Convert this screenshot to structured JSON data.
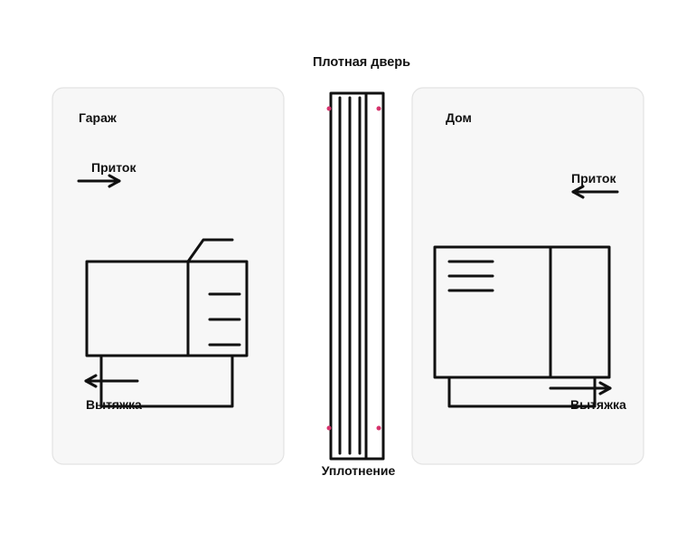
{
  "title": "Плотная дверь",
  "seal_label": "Уплотнение",
  "garage": {
    "name": "Гараж",
    "supply_label": "Приток",
    "exhaust_label": "Вытяжка"
  },
  "house": {
    "name": "Дом",
    "supply_label": "Приток",
    "exhaust_label": "Вытяжка"
  },
  "colors": {
    "panel_fill": "#f7f7f7",
    "panel_border": "#e3e3e3",
    "stroke": "#111111",
    "seal_marker": "#d6336c"
  }
}
